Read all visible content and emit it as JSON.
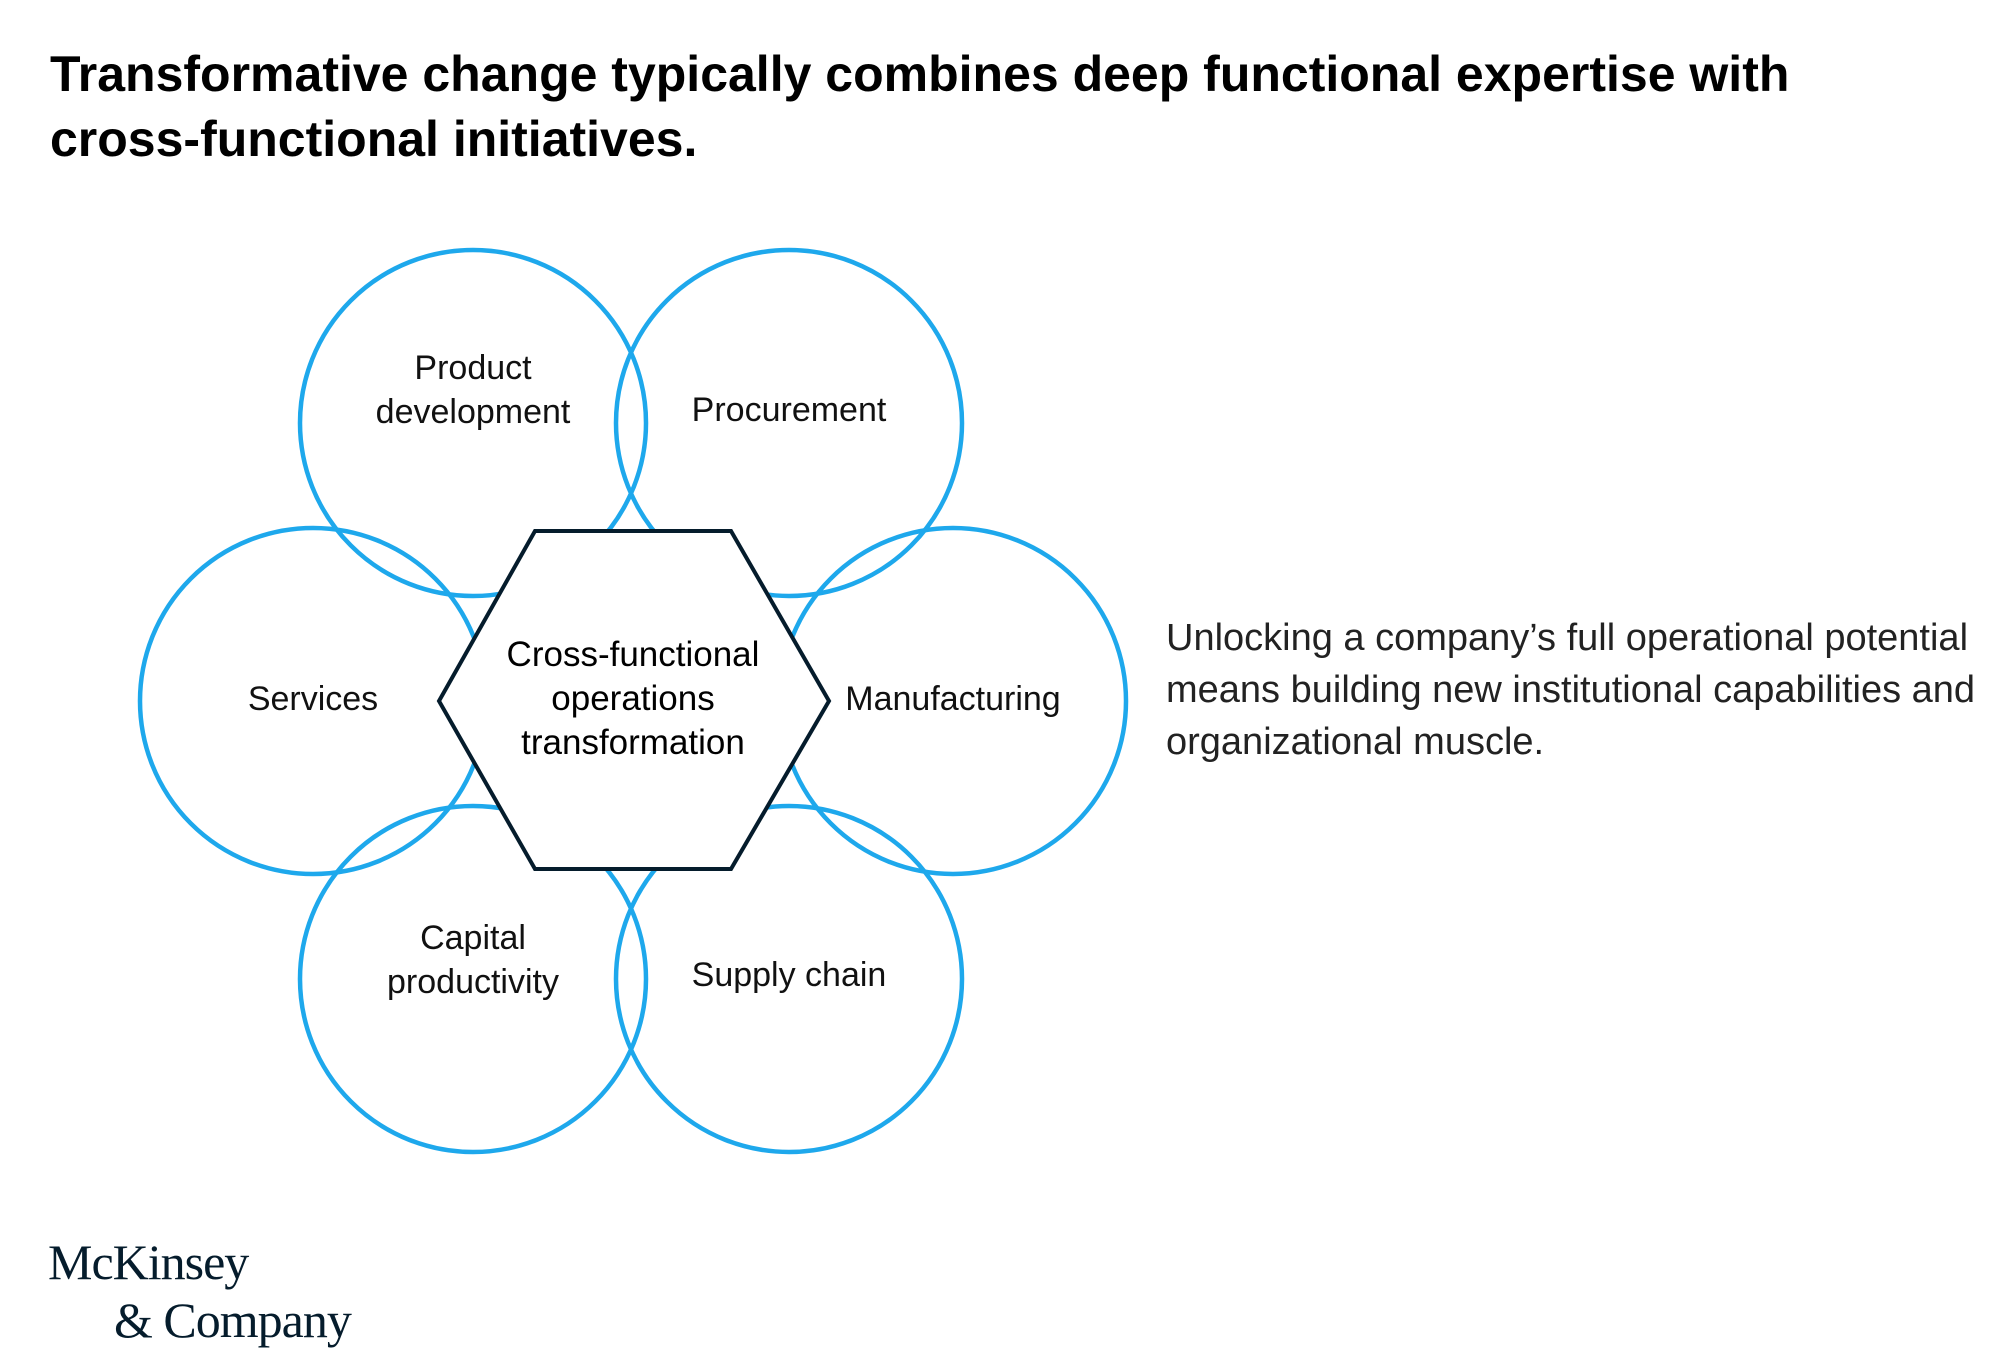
{
  "title": "Transformative change typically combines deep functional expertise with cross-functional initiatives.",
  "center": {
    "lines": [
      "Cross-functional",
      "operations",
      "transformation"
    ]
  },
  "functions": [
    {
      "id": "product-development",
      "lines": [
        "Product",
        "development"
      ]
    },
    {
      "id": "procurement",
      "lines": [
        "Procurement"
      ]
    },
    {
      "id": "manufacturing",
      "lines": [
        "Manufacturing"
      ]
    },
    {
      "id": "supply-chain",
      "lines": [
        "Supply chain"
      ]
    },
    {
      "id": "capital-productivity",
      "lines": [
        "Capital",
        "productivity"
      ]
    },
    {
      "id": "services",
      "lines": [
        "Services"
      ]
    }
  ],
  "side_text": "Unlocking a company’s full operational potential means building new institutional capabilities and organizational muscle.",
  "logo": {
    "line1": "McKinsey",
    "line2": "& Company"
  },
  "colors": {
    "circle_stroke": "#1ea8ec",
    "hexagon_stroke": "#051c2c",
    "text": "#000000"
  }
}
